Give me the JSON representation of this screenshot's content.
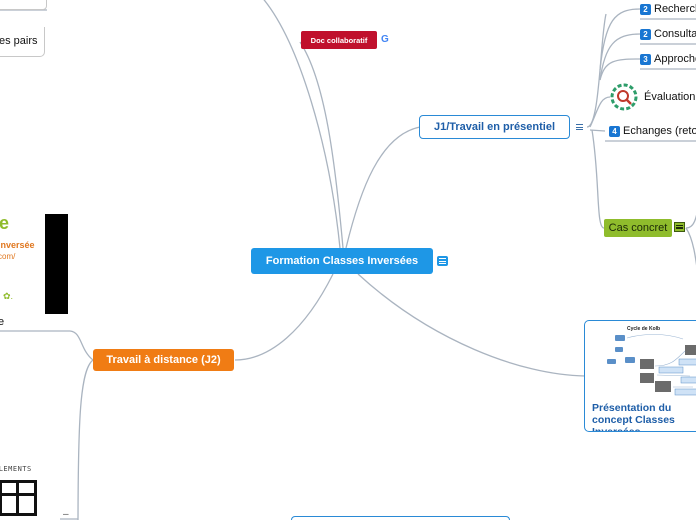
{
  "central": {
    "label": "Formation Classes Inversées",
    "note_icon": "note-icon"
  },
  "branches": {
    "j1": {
      "label": "J1/Travail en présentiel",
      "note_icon": "note-icon"
    },
    "j2": {
      "label": "Travail à distance (J2)"
    },
    "doc": {
      "label": "Doc collaboratif",
      "link_icon": "google-icon",
      "link_glyph": "G"
    },
    "presentation": {
      "title": "Présentation du concept Classes Inversées",
      "diagram_title": "Cycle de Kolb"
    }
  },
  "j1_children": [
    {
      "num": "2",
      "label": "Recherche"
    },
    {
      "num": "2",
      "label": "Consultation"
    },
    {
      "num": "3",
      "label": "Approche"
    },
    {
      "num": "",
      "label": "Évaluation",
      "icon": "evaluation-search-icon"
    },
    {
      "num": "4",
      "label": "Echanges  (retours)"
    },
    {
      "num": "",
      "label": "Cas concret",
      "note_icon": "note-icon"
    }
  ],
  "left_fragments": {
    "pairs": "es pairs",
    "image1": {
      "letter": "e",
      "line1": "inversée",
      "line2": "com/"
    },
    "stub": "e",
    "image2_caption": "ELEMENTS"
  },
  "colors": {
    "central": "#1e97e6",
    "j1_border": "#2a8ad6",
    "j2": "#f07c14",
    "doc": "#c0102c",
    "cas_concret": "#8fbc2c",
    "connector": "#aab4c0"
  }
}
